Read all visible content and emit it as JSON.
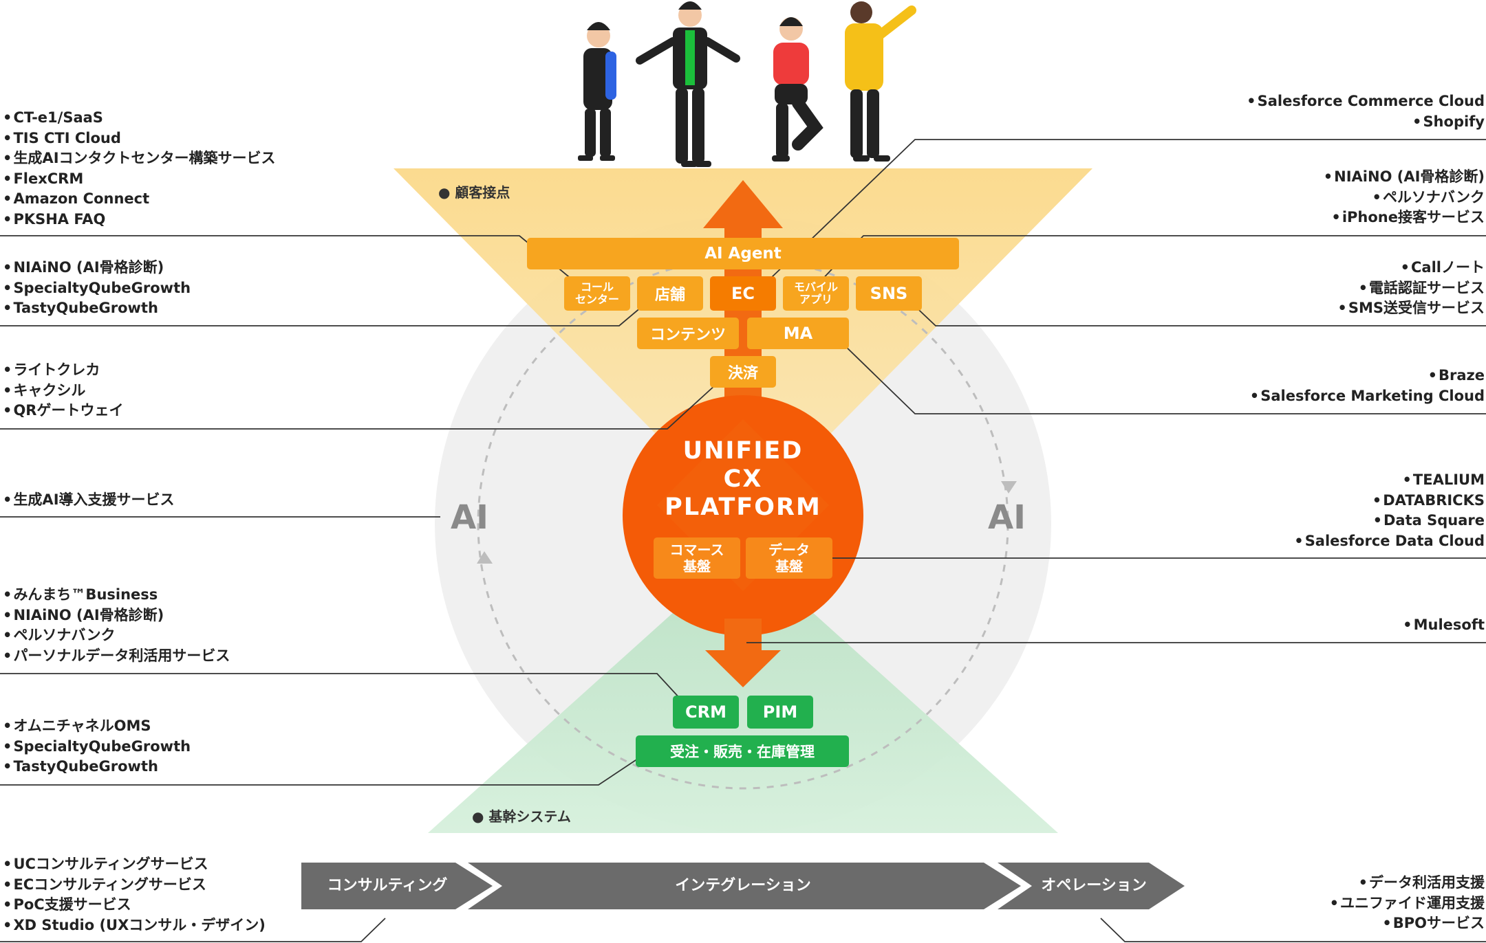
{
  "sections": {
    "customer_touchpoint": "顧客接点",
    "core_system": "基幹システム"
  },
  "ai_label": "AI",
  "touchpoints": {
    "ai_agent": "AI Agent",
    "call_center": "コール\nセンター",
    "store": "店舗",
    "ec": "EC",
    "mobile_app": "モバイル\nアプリ",
    "sns": "SNS",
    "content": "コンテンツ",
    "ma": "MA",
    "payment": "決済"
  },
  "platform": {
    "title": "UNIFIED\nCX\nPLATFORM",
    "commerce": "コマース\n基盤",
    "data": "データ\n基盤"
  },
  "core": {
    "crm": "CRM",
    "pim": "PIM",
    "order": "受注・販売・在庫管理"
  },
  "phases": [
    "コンサルティング",
    "インテグレーション",
    "オペレーション"
  ],
  "left_lists": [
    [
      "CT-e1/SaaS",
      "TIS CTI Cloud",
      "生成AIコンタクトセンター構築サービス",
      "FlexCRM",
      "Amazon Connect",
      "PKSHA FAQ"
    ],
    [
      "NIAiNO (AI骨格診断)",
      "SpecialtyQubeGrowth",
      "TastyQubeGrowth"
    ],
    [
      "ライトクレカ",
      "キャクシル",
      "QRゲートウェイ"
    ],
    [
      "生成AI導入支援サービス"
    ],
    [
      "みんまち™Business",
      "NIAiNO (AI骨格診断)",
      "ペルソナバンク",
      "パーソナルデータ利活用サービス"
    ],
    [
      "オムニチャネルOMS",
      "SpecialtyQubeGrowth",
      "TastyQubeGrowth"
    ],
    [
      "UCコンサルティングサービス",
      "ECコンサルティングサービス",
      "PoC支援サービス",
      "XD Studio (UXコンサル・デザイン)"
    ]
  ],
  "right_lists": [
    [
      "Salesforce Commerce Cloud",
      "Shopify"
    ],
    [
      "NIAiNO (AI骨格診断)",
      "ペルソナバンク",
      "iPhone接客サービス"
    ],
    [
      "Callノート",
      "電話認証サービス",
      "SMS送受信サービス"
    ],
    [
      "Braze",
      "Salesforce Marketing Cloud"
    ],
    [
      "TEALIUM",
      "DATABRICKS",
      "Data Square",
      "Salesforce Data Cloud"
    ],
    [
      "Mulesoft"
    ],
    [
      "データ利活用支援",
      "ユニファイド運用支援",
      "BPOサービス"
    ]
  ],
  "colors": {
    "top_triangle": "#fbe3a6",
    "bottom_triangle": "#cdebd4",
    "platform": "#f45b07",
    "arrow": "#f26a12",
    "pill_orange": "#f7a51f",
    "pill_green": "#22b04e",
    "phase_arrow": "#6b6b6b"
  }
}
